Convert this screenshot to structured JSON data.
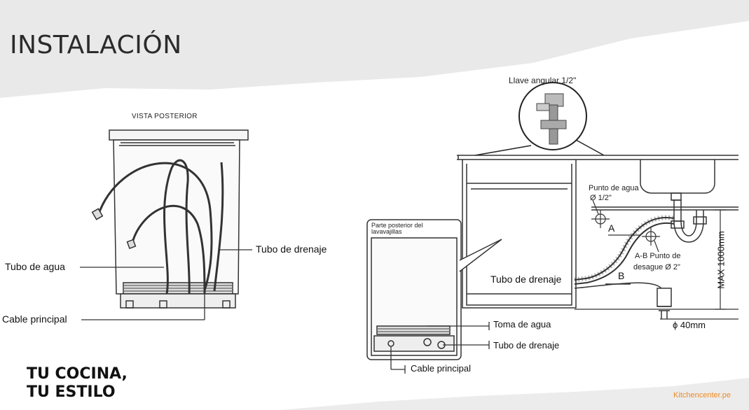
{
  "header": {
    "title": "INSTALACIÓN"
  },
  "left_diagram": {
    "heading": "VISTA POSTERIOR",
    "labels": {
      "drain_hose": "Tubo de drenaje",
      "water_hose": "Tubo de agua",
      "main_cable": "Cable principal"
    }
  },
  "right_diagram": {
    "valve": "Llave angular 1/2\"",
    "water_point_line1": "Punto de agua",
    "water_point_line2": "Ø 1/2\"",
    "point_a": "A",
    "point_b": "B",
    "drain_point_line1": "A-B Punto de",
    "drain_point_line2": "desague Ø 2\"",
    "max_height": "MAX 1000mm",
    "pipe_diameter": "ϕ 40mm",
    "drain_hose_on_unit": "Tubo de drenaje",
    "inset_title_line1": "Parte posterior del",
    "inset_title_line2": "lavavajillas",
    "water_inlet": "Toma de agua",
    "drain_outlet": "Tubo de drenaje",
    "main_cable": "Cable principal"
  },
  "footer": {
    "slogan_line1": "TU COCINA,",
    "slogan_line2": "TU ESTILO",
    "brand": "Kitchencenter.pe"
  }
}
